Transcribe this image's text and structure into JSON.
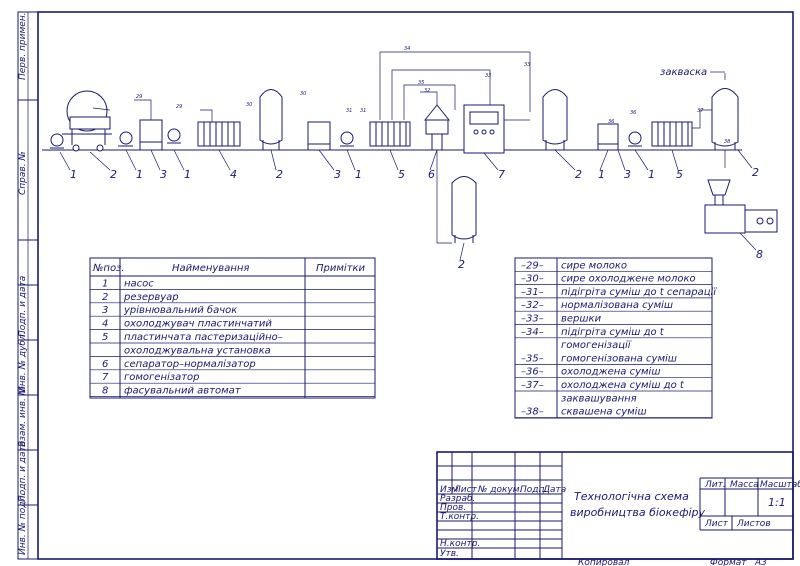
{
  "scheme": {
    "label_zakvaska": "закваска",
    "equipment_numbers": [
      "1",
      "2",
      "1",
      "3",
      "1",
      "4",
      "2",
      "3",
      "1",
      "5",
      "6",
      "7",
      "2",
      "2",
      "1",
      "3",
      "1",
      "5",
      "2",
      "8"
    ],
    "stream_numbers": [
      "29",
      "29",
      "30",
      "30",
      "31",
      "31",
      "32",
      "33",
      "34",
      "35",
      "36",
      "37",
      "38",
      "36",
      "33"
    ]
  },
  "left_margin": {
    "perv_primen": "Перв. примен.",
    "sprav": "Справ. №",
    "podp_data_1": "Подп. и дата",
    "inv_dubl": "Инв. № дубл.",
    "vzam_inv": "Взам. инв. №",
    "podp_data_2": "Подп. и дата",
    "inv_podl": "Инв. № подл."
  },
  "equipment_table": {
    "header_pos": "№поз.",
    "header_name": "Найменування",
    "header_note": "Примітки",
    "rows": [
      {
        "pos": "1",
        "name": "насос"
      },
      {
        "pos": "2",
        "name": "резервуар"
      },
      {
        "pos": "3",
        "name": "урівнювальний бачок"
      },
      {
        "pos": "4",
        "name": "охолоджувач пластинчатий"
      },
      {
        "pos": "5",
        "name": "пластинчата пастеризаційно–"
      },
      {
        "pos": "",
        "name": "охолоджувальна установка"
      },
      {
        "pos": "6",
        "name": "сепаратор–нормалізатор"
      },
      {
        "pos": "7",
        "name": "гомогенізатор"
      },
      {
        "pos": "8",
        "name": "фасувальний автомат"
      }
    ]
  },
  "legend": {
    "rows": [
      {
        "code": "–29–",
        "text": "сире молоко"
      },
      {
        "code": "–30–",
        "text": "сире охолоджене молоко"
      },
      {
        "code": "–31–",
        "text": "підігріта суміш до t сепарації"
      },
      {
        "code": "–32–",
        "text": "нормалізована суміш"
      },
      {
        "code": "–33–",
        "text": "вершки"
      },
      {
        "code": "–34–",
        "text": "підігріта суміш до t"
      },
      {
        "code": "",
        "text": "гомогенізації"
      },
      {
        "code": "–35–",
        "text": "гомогенізована суміш"
      },
      {
        "code": "–36–",
        "text": "охолоджена суміш"
      },
      {
        "code": "–37–",
        "text": "охолоджена суміш до t"
      },
      {
        "code": "",
        "text": "заквашування"
      },
      {
        "code": "–38–",
        "text": "сквашена суміш"
      }
    ]
  },
  "title_block": {
    "izm": "Изм",
    "list": "Лист",
    "doc_no": "№ докум.",
    "podp": "Подп.",
    "data": "Дата",
    "razrab": "Разраб.",
    "prov": "Пров.",
    "tkontr": "Т.контр.",
    "nkontr": "Н.контр.",
    "utv": "Утв.",
    "title_line1": "Технологічна схема",
    "title_line2": "виробництва біокефіру",
    "lit": "Лит.",
    "massa": "Масса",
    "masshtab": "Масштаб",
    "scale_value": "1:1",
    "list_label": "Лист",
    "listov": "Листов",
    "kopiroval": "Копировал",
    "format": "Формат",
    "format_value": "А3"
  }
}
